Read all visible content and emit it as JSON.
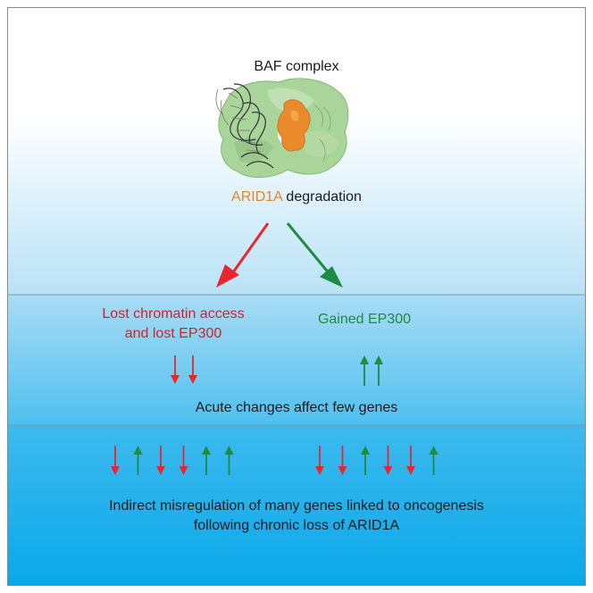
{
  "colors": {
    "red": "#e8262e",
    "green": "#1e8a43",
    "orange": "#e2862a",
    "sky_blue": "#0aa8ea"
  },
  "header": {
    "title": "BAF complex"
  },
  "structure": {
    "icon": "protein-dna-complex-structure"
  },
  "degradation": {
    "protein": "ARID1A",
    "action": "degradation"
  },
  "acute": {
    "lost_line1": "Lost chromatin access",
    "lost_line2": "and lost EP300",
    "gained": "Gained EP300",
    "summary": "Acute changes affect few genes",
    "lost_arrows": [
      "down",
      "down"
    ],
    "gained_arrows": [
      "up",
      "up"
    ]
  },
  "chronic": {
    "left_arrows": [
      "down",
      "up",
      "down",
      "down",
      "up",
      "up"
    ],
    "right_arrows": [
      "down",
      "down",
      "up",
      "down",
      "down",
      "up"
    ],
    "line1": "Indirect misregulation of many genes linked to oncogenesis",
    "line2": "following chronic loss of ARID1A"
  }
}
